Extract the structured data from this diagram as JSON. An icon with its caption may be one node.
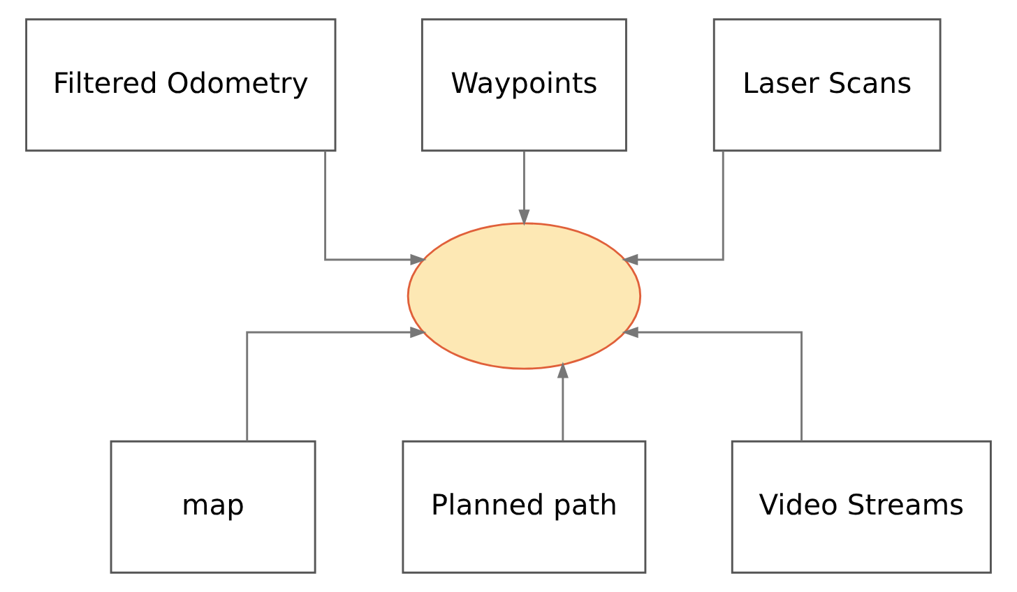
{
  "diagram": {
    "nodes": [
      {
        "text": [
          "Filtered Odometry"
        ]
      },
      {
        "text": [
          "Waypoints"
        ]
      },
      {
        "text": [
          "Laser Scans"
        ]
      },
      {
        "text": [],
        "shape": "circle"
      },
      {
        "text": [
          "map"
        ]
      },
      {
        "text": [
          "Planned path"
        ]
      },
      {
        "text": [
          "Video Streams"
        ]
      }
    ],
    "edges": [
      {
        "from": 0,
        "to": 3,
        "arrow": "to"
      },
      {
        "from": 1,
        "to": 3,
        "arrow": "to"
      },
      {
        "from": 2,
        "to": 3,
        "arrow": "to"
      },
      {
        "from": 4,
        "to": 3,
        "arrow": "to"
      },
      {
        "from": 5,
        "to": 3,
        "arrow": "to"
      },
      {
        "from": 6,
        "to": 3,
        "arrow": "to"
      }
    ]
  }
}
